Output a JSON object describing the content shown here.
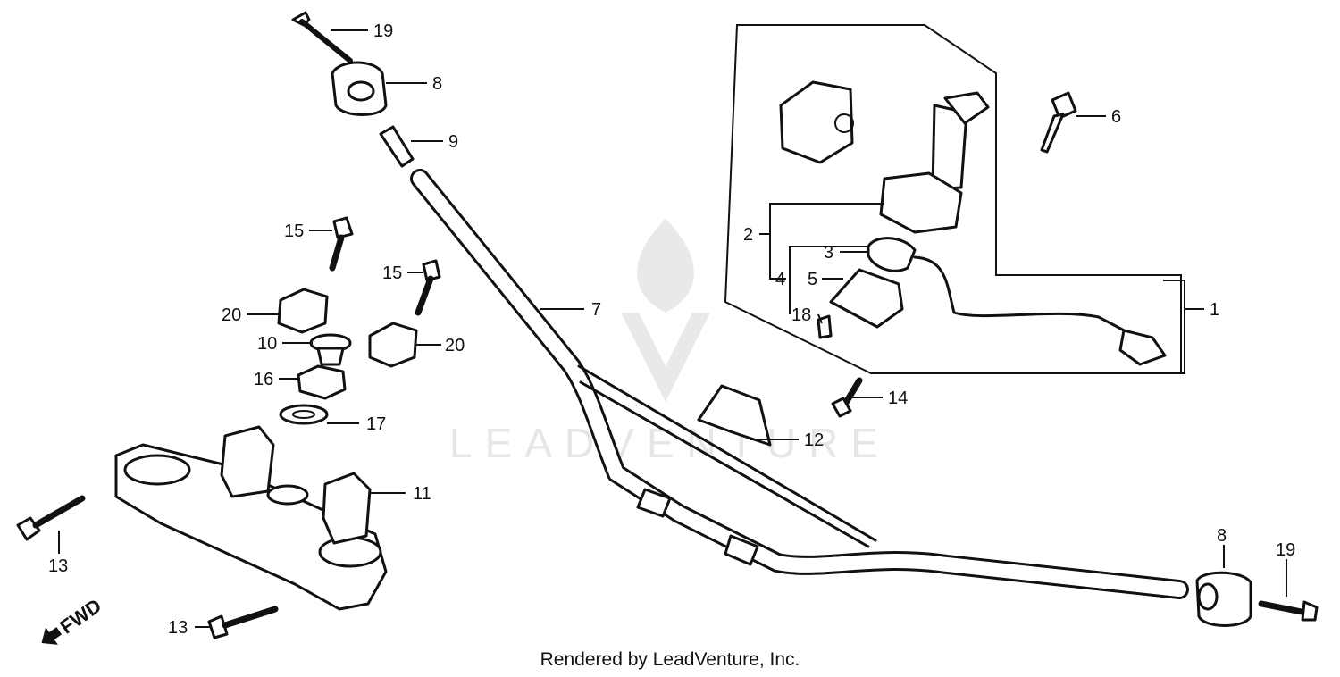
{
  "footer": "Rendered by LeadVenture, Inc.",
  "watermark": "LEADVENTURE",
  "fwd_label": "FWD",
  "callouts": {
    "c1": "1",
    "c2": "2",
    "c3": "3",
    "c4": "4",
    "c5": "5",
    "c6": "6",
    "c7": "7",
    "c8a": "8",
    "c8b": "8",
    "c9": "9",
    "c10": "10",
    "c11": "11",
    "c12": "12",
    "c13a": "13",
    "c13b": "13",
    "c14": "14",
    "c15a": "15",
    "c15b": "15",
    "c16": "16",
    "c17": "17",
    "c18": "18",
    "c19a": "19",
    "c19b": "19",
    "c20a": "20",
    "c20b": "20"
  }
}
